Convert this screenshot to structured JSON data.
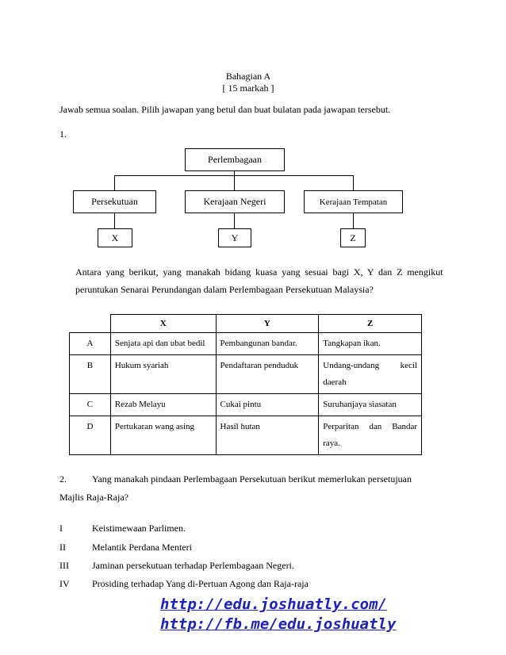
{
  "header": {
    "section": "Bahagian A",
    "marks": "[ 15 markah ]"
  },
  "instruction": "Jawab semua soalan. Pilih jawapan yang betul dan buat bulatan pada jawapan tersebut.",
  "q1": {
    "number": "1.",
    "diagram": {
      "root": "Perlembagaan",
      "branches": [
        "Persekutuan",
        "Kerajaan Negeri",
        "Kerajaan Tempatan"
      ],
      "leaves": [
        "X",
        "Y",
        "Z"
      ]
    },
    "question_line1": "Antara yang berikut, yang manakah bidang kuasa yang sesuai bagi X, Y dan Z mengikut",
    "question_line2": "peruntukan Senarai Perundangan dalam Perlembagaan Persekutuan Malaysia?",
    "table": {
      "headers": [
        "",
        "X",
        "Y",
        "Z"
      ],
      "rows": [
        [
          "A",
          "Senjata api dan ubat bedil",
          "Pembangunan bandar.",
          "Tangkapan ikan."
        ],
        [
          "B",
          "Hukum syariah",
          "Pendaftaran penduduk",
          "Undang-undang kecil daerah"
        ],
        [
          "C",
          "Rezab Melayu",
          "Cukai pintu",
          "Suruhanjaya siasatan"
        ],
        [
          "D",
          "Pertukaran wang asing",
          "Hasil hutan",
          "Perparitan dan Bandar raya."
        ]
      ]
    }
  },
  "q2": {
    "number": "2.",
    "question_line1": "Yang manakah pindaan Perlembagaan Persekutuan berikut  memerlukan persetujuan",
    "question_line2": "Majlis Raja-Raja?",
    "items": [
      {
        "num": "I",
        "text": "Keistimewaan Parlimen."
      },
      {
        "num": "II",
        "text": "Melantik Perdana Menteri"
      },
      {
        "num": "III",
        "text": "Jaminan persekutuan terhadap Perlembagaan Negeri."
      },
      {
        "num": "IV",
        "text": "Prosiding terhadap Yang di-Pertuan Agong  dan Raja-raja"
      }
    ]
  },
  "links": [
    "http://edu.joshuatly.com/",
    "http://fb.me/edu.joshuatly"
  ]
}
